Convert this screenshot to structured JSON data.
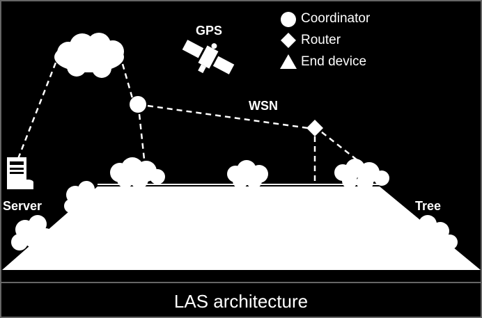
{
  "diagram": {
    "labels": {
      "gps": "GPS",
      "wsn": "WSN",
      "server": "Server",
      "tree": "Tree"
    },
    "legend": [
      {
        "shape": "circle-icon",
        "label": "Coordinator"
      },
      {
        "shape": "diamond-icon",
        "label": "Router"
      },
      {
        "shape": "triangle-icon",
        "label": "End device"
      }
    ],
    "caption": "LAS architecture"
  },
  "colors": {
    "background": "#000000",
    "foreground": "#ffffff",
    "frame": "#666666"
  }
}
